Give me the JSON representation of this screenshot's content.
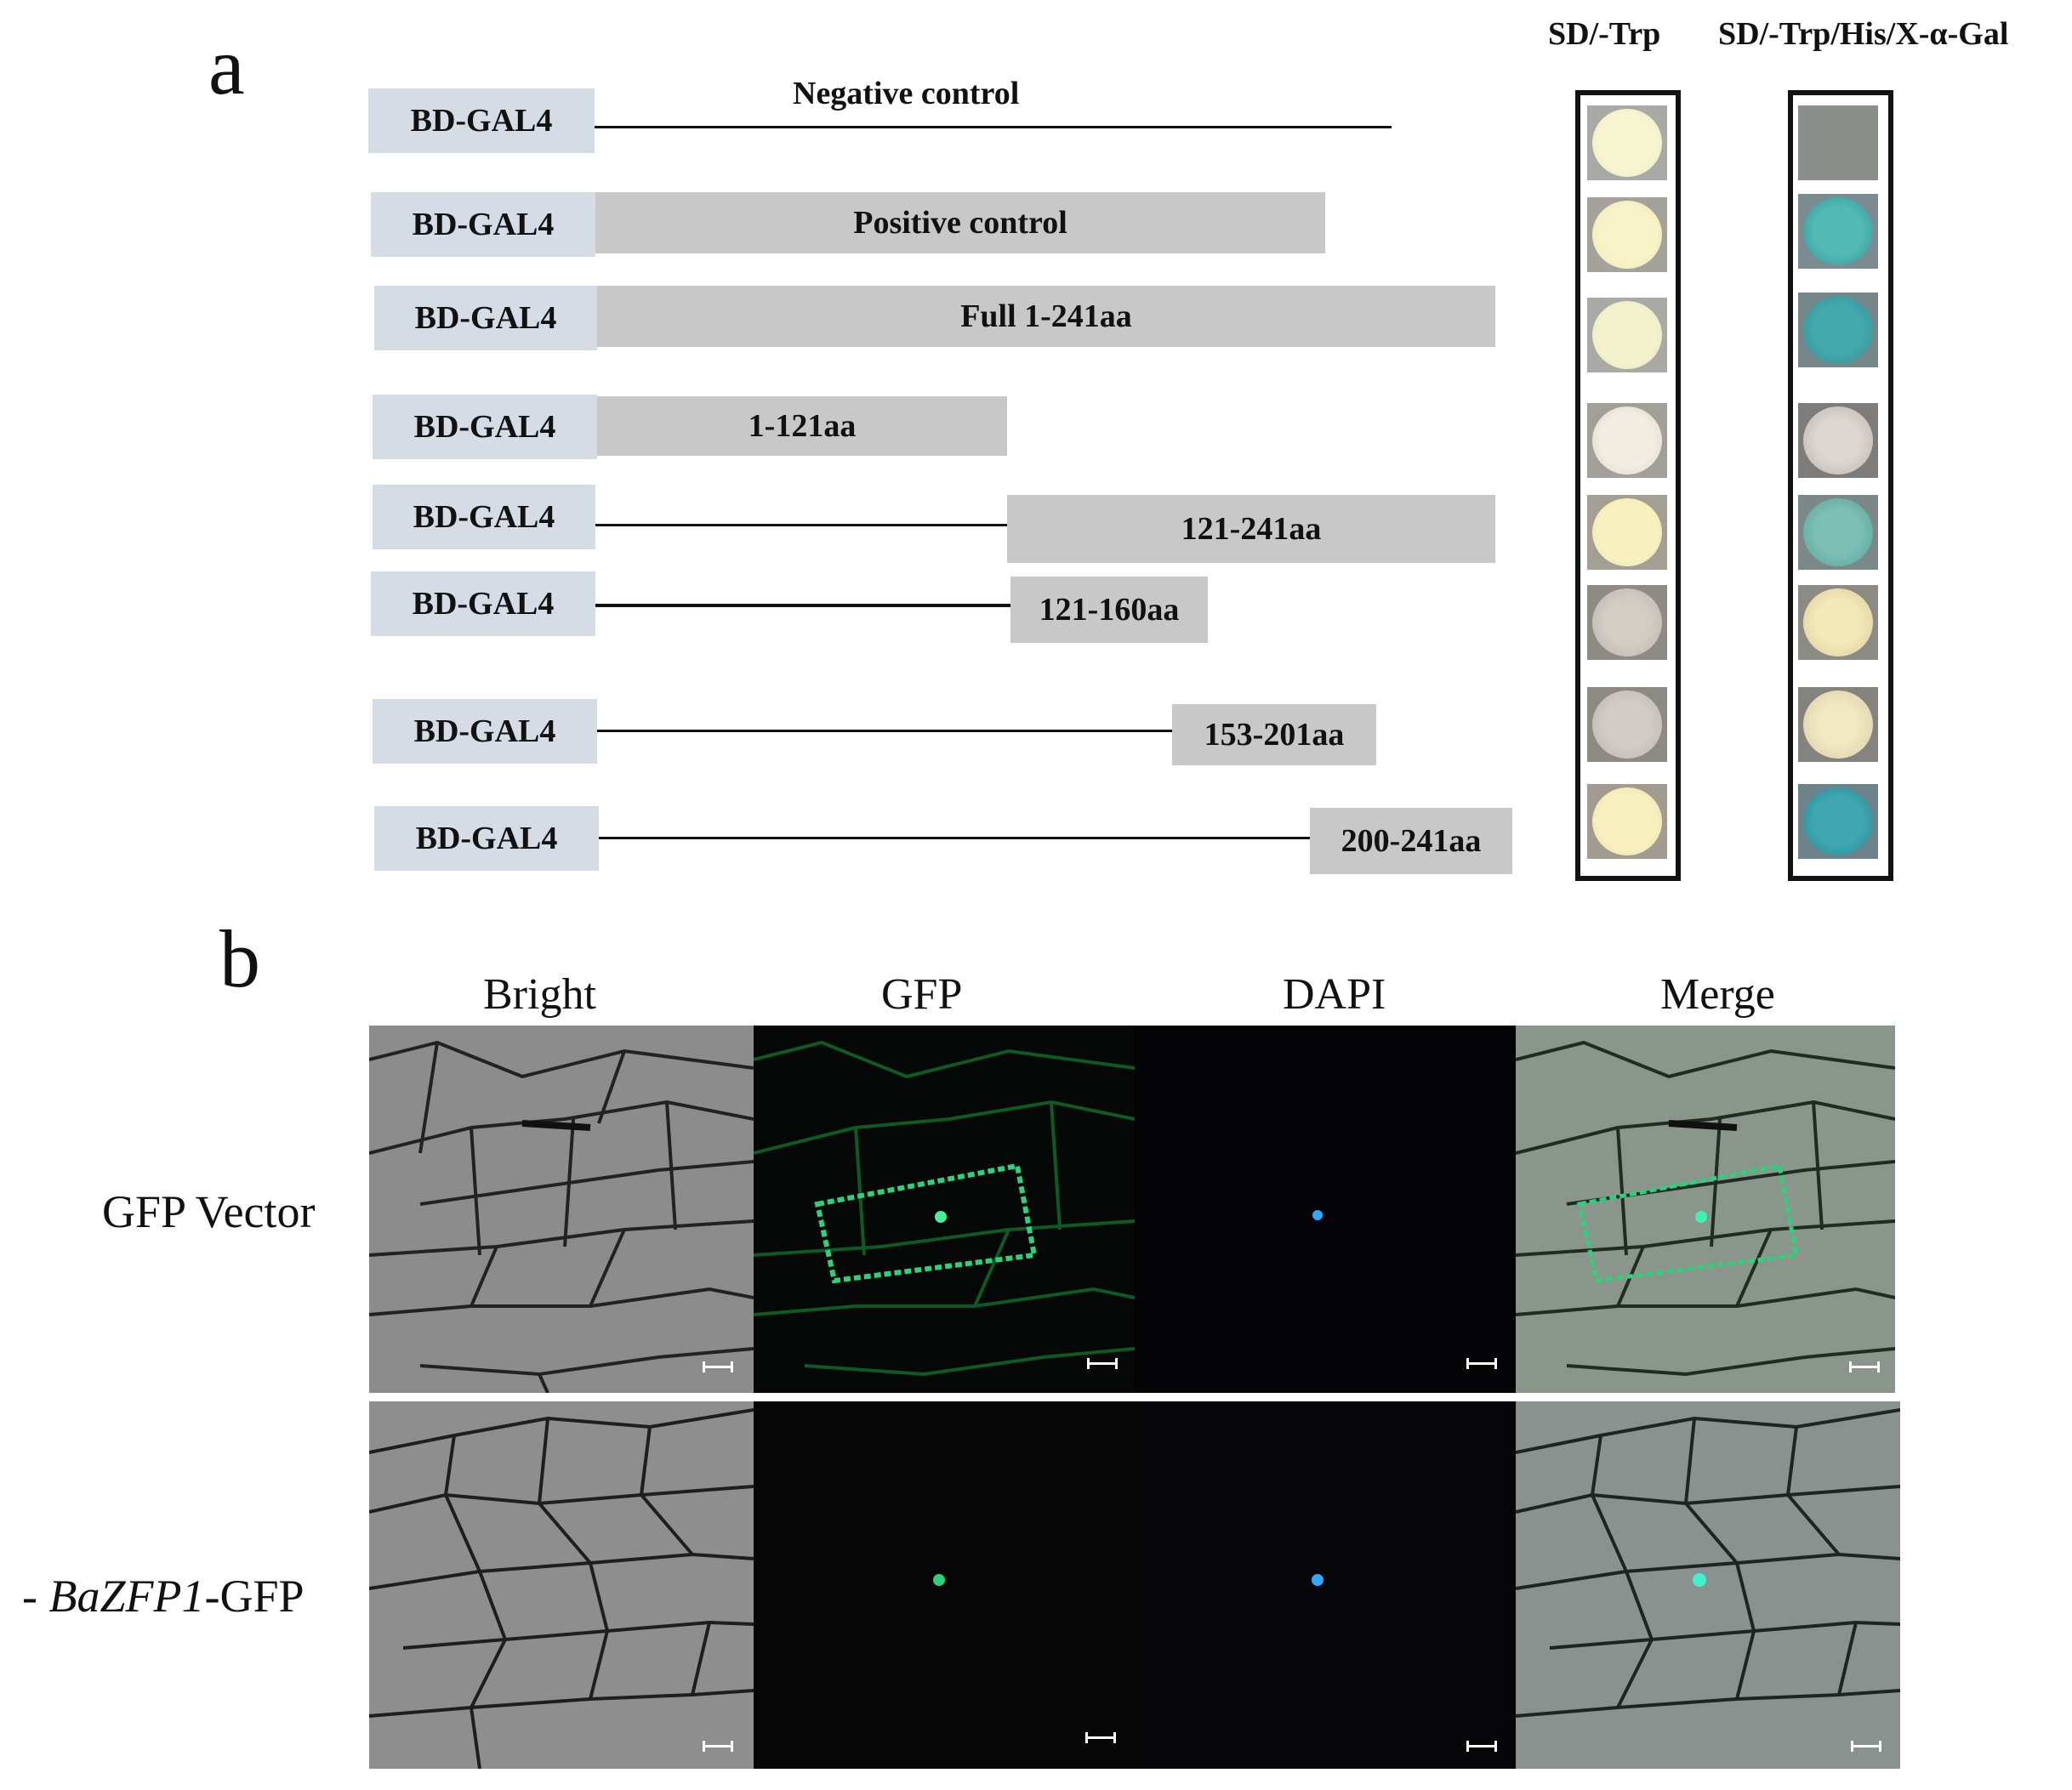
{
  "panel_a": {
    "letter": "a",
    "header_sd_trp": "SD/-Trp",
    "header_sd_trp_his": "SD/-Trp/His/X-α-Gal",
    "bd_label": "BD-GAL4",
    "constructs": [
      {
        "label": "Negative control"
      },
      {
        "label": "Positive control"
      },
      {
        "label": "Full 1-241aa"
      },
      {
        "label": "1-121aa"
      },
      {
        "label": "121-241aa"
      },
      {
        "label": "121-160aa"
      },
      {
        "label": "153-201aa"
      },
      {
        "label": "200-241aa"
      }
    ]
  },
  "panel_b": {
    "letter": "b",
    "columns": [
      "Bright",
      "GFP",
      "DAPI",
      "Merge"
    ],
    "rows": [
      {
        "prefix": "",
        "italic": "",
        "label": "GFP Vector"
      },
      {
        "prefix": "-",
        "italic": "BaZFP1",
        "label": "-GFP"
      }
    ]
  },
  "colors": {
    "bd_box": "#d6dce6",
    "segment": "#c8c8c8",
    "spot_cream": "#f4f1c4",
    "spot_blue": "#3fa7a8",
    "gfp_green": "#2fd07a",
    "dapi_blue": "#2fa8ff"
  }
}
